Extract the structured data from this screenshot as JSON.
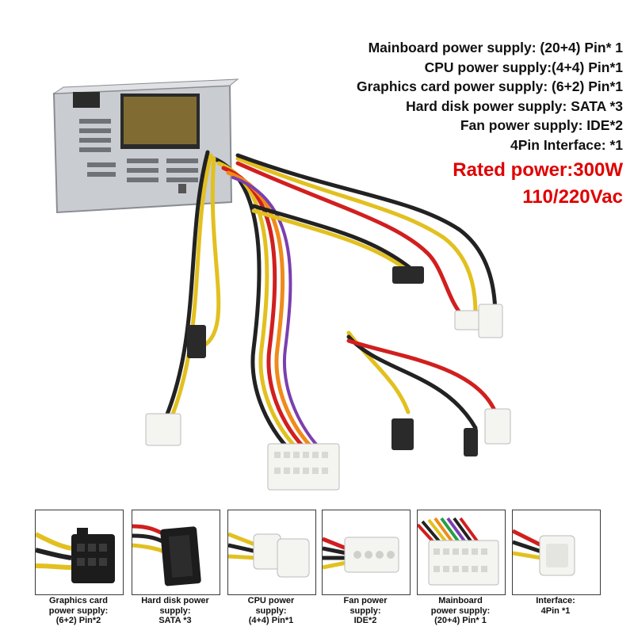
{
  "specs": {
    "lines": [
      "Mainboard power supply: (20+4) Pin* 1",
      "CPU power supply:(4+4) Pin*1",
      "Graphics card power supply: (6+2) Pin*1",
      "Hard disk power supply: SATA *3",
      "Fan power supply: IDE*2",
      "4Pin Interface:  *1"
    ],
    "rated_power": "Rated power:300W",
    "voltage": "110/220Vac",
    "highlight_color": "#e00000"
  },
  "connectors": [
    {
      "icon": "pcie-6plus2-connector-icon",
      "line1": "Graphics card",
      "line2": "power supply:",
      "line3": "(6+2) Pin*2"
    },
    {
      "icon": "sata-connector-icon",
      "line1": "Hard disk power",
      "line2": "supply:",
      "line3": "SATA *3"
    },
    {
      "icon": "cpu-4plus4-connector-icon",
      "line1": "CPU power",
      "line2": "supply:",
      "line3": "(4+4) Pin*1"
    },
    {
      "icon": "ide-molex-connector-icon",
      "line1": "Fan power",
      "line2": "supply:",
      "line3": "IDE*2"
    },
    {
      "icon": "atx-24pin-connector-icon",
      "line1": "Mainboard",
      "line2": "power supply:",
      "line3": "(20+4) Pin* 1"
    },
    {
      "icon": "4pin-interface-connector-icon",
      "line1": "Interface:",
      "line2": "4Pin *1",
      "line3": ""
    }
  ]
}
